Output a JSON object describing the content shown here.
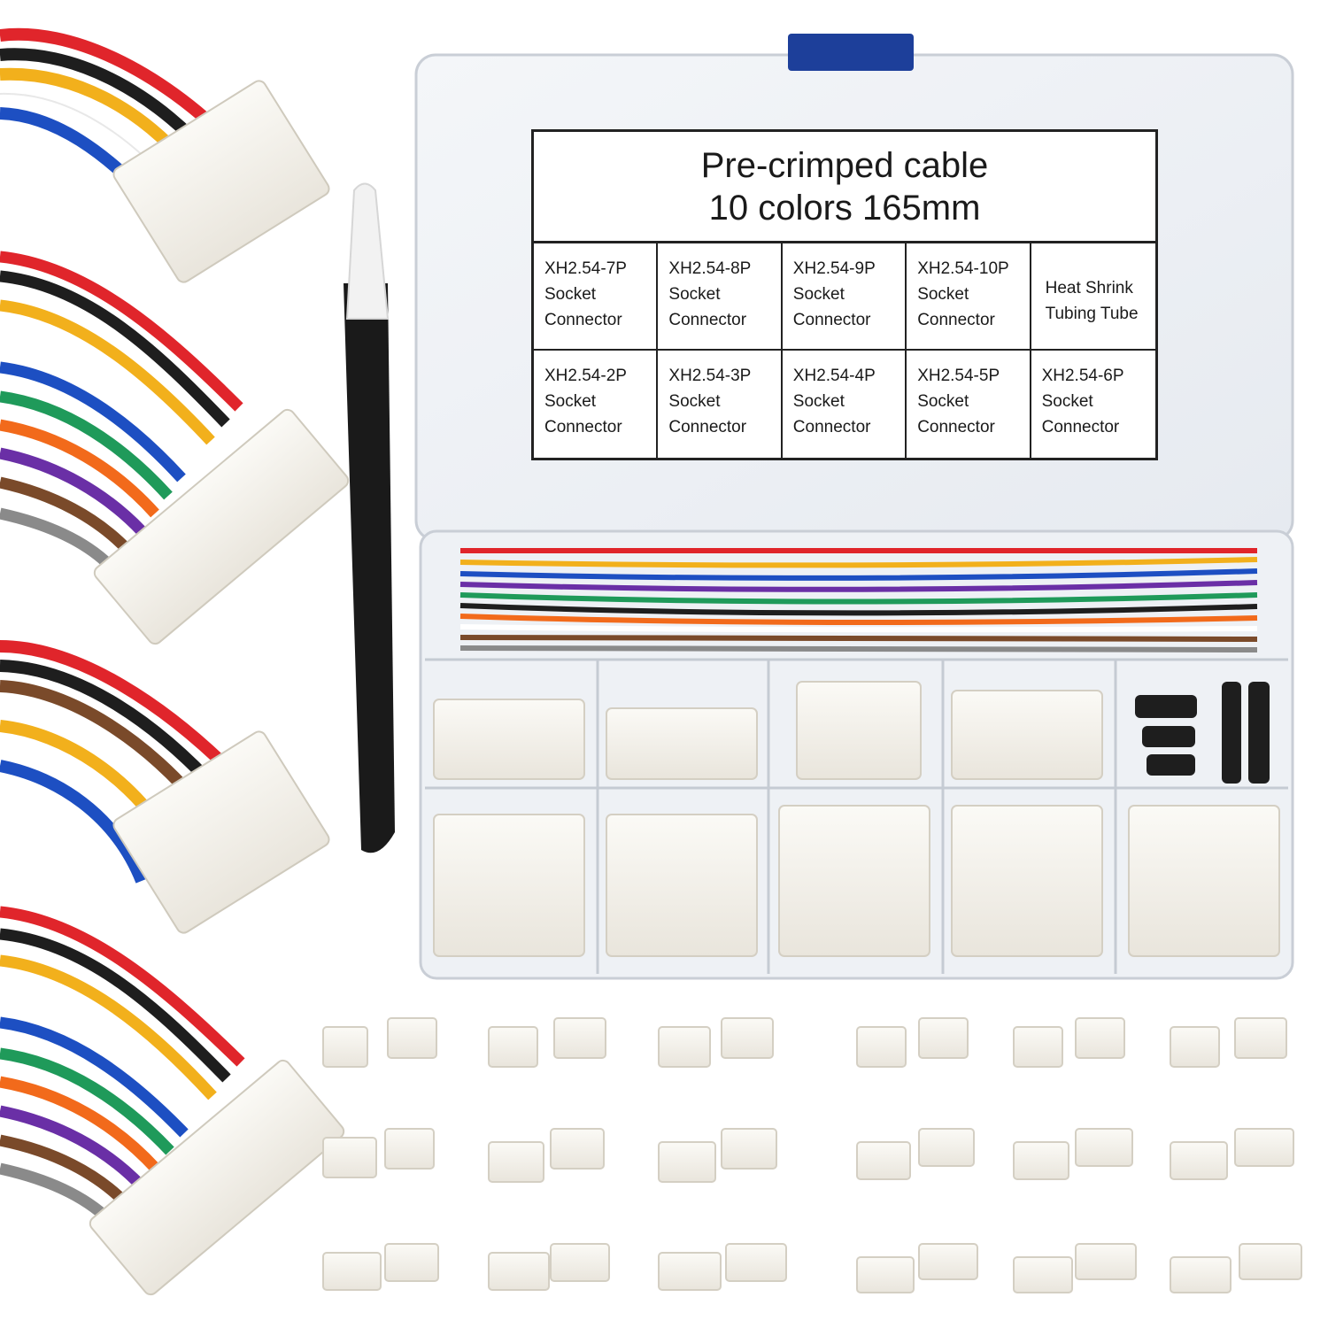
{
  "label": {
    "title_line1": "Pre-crimped cable",
    "title_line2": "10 colors 165mm",
    "cells": [
      "XH2.54-7P\nSocket\nConnector",
      "XH2.54-8P\nSocket\nConnector",
      "XH2.54-9P\nSocket\nConnector",
      "XH2.54-10P\nSocket\nConnector",
      "Heat  Shrink\nTubing Tube",
      "XH2.54-2P\nSocket\nConnector",
      "XH2.54-3P\nSocket\nConnector",
      "XH2.54-4P\nSocket\nConnector",
      "XH2.54-5P\nSocket\nConnector",
      "XH2.54-6P\nSocket\nConnector"
    ]
  },
  "colors": {
    "wires": [
      "#e0252b",
      "#1e1e1e",
      "#f2b01c",
      "#ffffff",
      "#1d4fc2",
      "#1f9a5a",
      "#f26a1b",
      "#6a2fa6",
      "#7a4a2a",
      "#8a8a8a"
    ],
    "lid_clip": "#1d3f9a",
    "connector": "#f3f1ec",
    "tweezers": "#1a1a1a"
  }
}
